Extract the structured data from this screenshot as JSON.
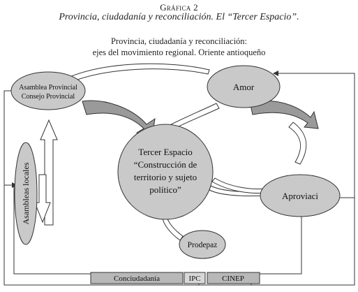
{
  "header": {
    "figure_label": "Gráfica 2",
    "figure_title": "Provincia, ciudadanía y reconciliación. El “Tercer Espacio”.",
    "subtitle_line1": "Provincia, ciudadanía y reconciliación:",
    "subtitle_line2": "ejes del movimiento regional. Oriente antioqueño"
  },
  "nodes": {
    "asamblea_provincial": {
      "line1": "Asamblea Provincial",
      "line2": "Consejo Provincial"
    },
    "amor": {
      "label": "Amor"
    },
    "tercer_espacio": {
      "line1": "Tercer Espacio",
      "line2": "“Construcción de",
      "line3": "territorio y sujeto",
      "line4": "político”"
    },
    "aproviaci": {
      "label": "Aproviaci"
    },
    "prodepaz": {
      "label": "Prodepaz"
    },
    "asambleas_locales": {
      "label": "Asambleas locales"
    }
  },
  "bottom_bar": {
    "conciudadania": "Conciudadanía",
    "ipc": "IPC",
    "cinep": "CINEP"
  },
  "colors": {
    "node_fill": "#c9c9c9",
    "arrow_fill": "#9a9a9a",
    "stroke": "#333333"
  }
}
